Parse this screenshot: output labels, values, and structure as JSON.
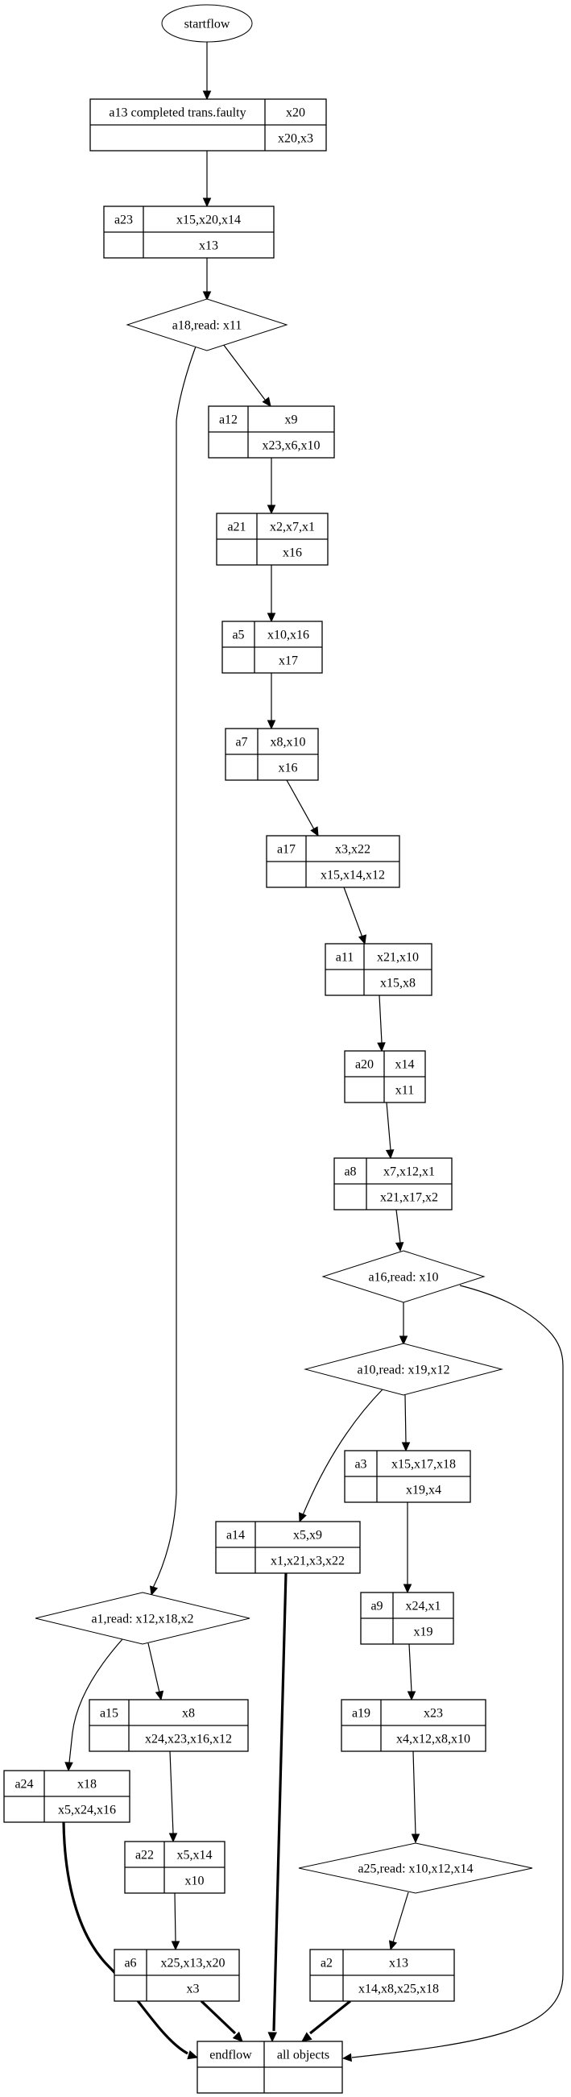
{
  "diagram": {
    "title": "process flow graph",
    "start": {
      "label": "startflow"
    },
    "end": {
      "id": "endflow",
      "label": "endflow",
      "top_right": "all objects",
      "bottom_left": "",
      "bottom_right": ""
    },
    "activities": {
      "a13": {
        "name": "a13 completed trans.faulty",
        "reads": "x20",
        "writes": "x20,x3"
      },
      "a23": {
        "name": "a23",
        "reads": "x15,x20,x14",
        "writes": "x13"
      },
      "a12": {
        "name": "a12",
        "reads": "x9",
        "writes": "x23,x6,x10"
      },
      "a21": {
        "name": "a21",
        "reads": "x2,x7,x1",
        "writes": "x16"
      },
      "a5": {
        "name": "a5",
        "reads": "x10,x16",
        "writes": "x17"
      },
      "a7": {
        "name": "a7",
        "reads": "x8,x10",
        "writes": "x16"
      },
      "a17": {
        "name": "a17",
        "reads": "x3,x22",
        "writes": "x15,x14,x12"
      },
      "a11": {
        "name": "a11",
        "reads": "x21,x10",
        "writes": "x15,x8"
      },
      "a20": {
        "name": "a20",
        "reads": "x14",
        "writes": "x11"
      },
      "a8": {
        "name": "a8",
        "reads": "x7,x12,x1",
        "writes": "x21,x17,x2"
      },
      "a3": {
        "name": "a3",
        "reads": "x15,x17,x18",
        "writes": "x19,x4"
      },
      "a14": {
        "name": "a14",
        "reads": "x5,x9",
        "writes": "x1,x21,x3,x22"
      },
      "a9": {
        "name": "a9",
        "reads": "x24,x1",
        "writes": "x19"
      },
      "a15": {
        "name": "a15",
        "reads": "x8",
        "writes": "x24,x23,x16,x12"
      },
      "a19": {
        "name": "a19",
        "reads": "x23",
        "writes": "x4,x12,x8,x10"
      },
      "a24": {
        "name": "a24",
        "reads": "x18",
        "writes": "x5,x24,x16"
      },
      "a22": {
        "name": "a22",
        "reads": "x5,x14",
        "writes": "x10"
      },
      "a6": {
        "name": "a6",
        "reads": "x25,x13,x20",
        "writes": "x3"
      },
      "a2": {
        "name": "a2",
        "reads": "x13",
        "writes": "x14,x8,x25,x18"
      }
    },
    "decisions": {
      "a18": {
        "label": "a18,read: x11"
      },
      "a16": {
        "label": "a16,read: x10"
      },
      "a10": {
        "label": "a10,read: x19,x12"
      },
      "a1": {
        "label": "a1,read: x12,x18,x2"
      },
      "a25": {
        "label": "a25,read: x10,x12,x14"
      }
    },
    "edges": [
      {
        "from": "startflow",
        "to": "a13",
        "style": "normal"
      },
      {
        "from": "a13",
        "to": "a23",
        "style": "normal"
      },
      {
        "from": "a23",
        "to": "a18",
        "style": "normal"
      },
      {
        "from": "a18",
        "to": "a12",
        "style": "normal"
      },
      {
        "from": "a18",
        "to": "a1",
        "style": "normal"
      },
      {
        "from": "a12",
        "to": "a21",
        "style": "normal"
      },
      {
        "from": "a21",
        "to": "a5",
        "style": "normal"
      },
      {
        "from": "a5",
        "to": "a7",
        "style": "normal"
      },
      {
        "from": "a7",
        "to": "a17",
        "style": "normal"
      },
      {
        "from": "a17",
        "to": "a11",
        "style": "normal"
      },
      {
        "from": "a11",
        "to": "a20",
        "style": "normal"
      },
      {
        "from": "a20",
        "to": "a8",
        "style": "normal"
      },
      {
        "from": "a8",
        "to": "a16",
        "style": "normal"
      },
      {
        "from": "a16",
        "to": "a10",
        "style": "normal"
      },
      {
        "from": "a16",
        "to": "endflow",
        "style": "normal"
      },
      {
        "from": "a10",
        "to": "a3",
        "style": "normal"
      },
      {
        "from": "a10",
        "to": "a14",
        "style": "normal"
      },
      {
        "from": "a3",
        "to": "a9",
        "style": "normal"
      },
      {
        "from": "a9",
        "to": "a19",
        "style": "normal"
      },
      {
        "from": "a19",
        "to": "a25",
        "style": "normal"
      },
      {
        "from": "a25",
        "to": "a2",
        "style": "normal"
      },
      {
        "from": "a1",
        "to": "a15",
        "style": "normal"
      },
      {
        "from": "a1",
        "to": "a24",
        "style": "normal"
      },
      {
        "from": "a15",
        "to": "a22",
        "style": "normal"
      },
      {
        "from": "a22",
        "to": "a6",
        "style": "normal"
      },
      {
        "from": "a14",
        "to": "endflow",
        "style": "bold"
      },
      {
        "from": "a24",
        "to": "endflow",
        "style": "bold"
      },
      {
        "from": "a6",
        "to": "endflow",
        "style": "bold"
      },
      {
        "from": "a2",
        "to": "endflow",
        "style": "bold"
      }
    ]
  }
}
